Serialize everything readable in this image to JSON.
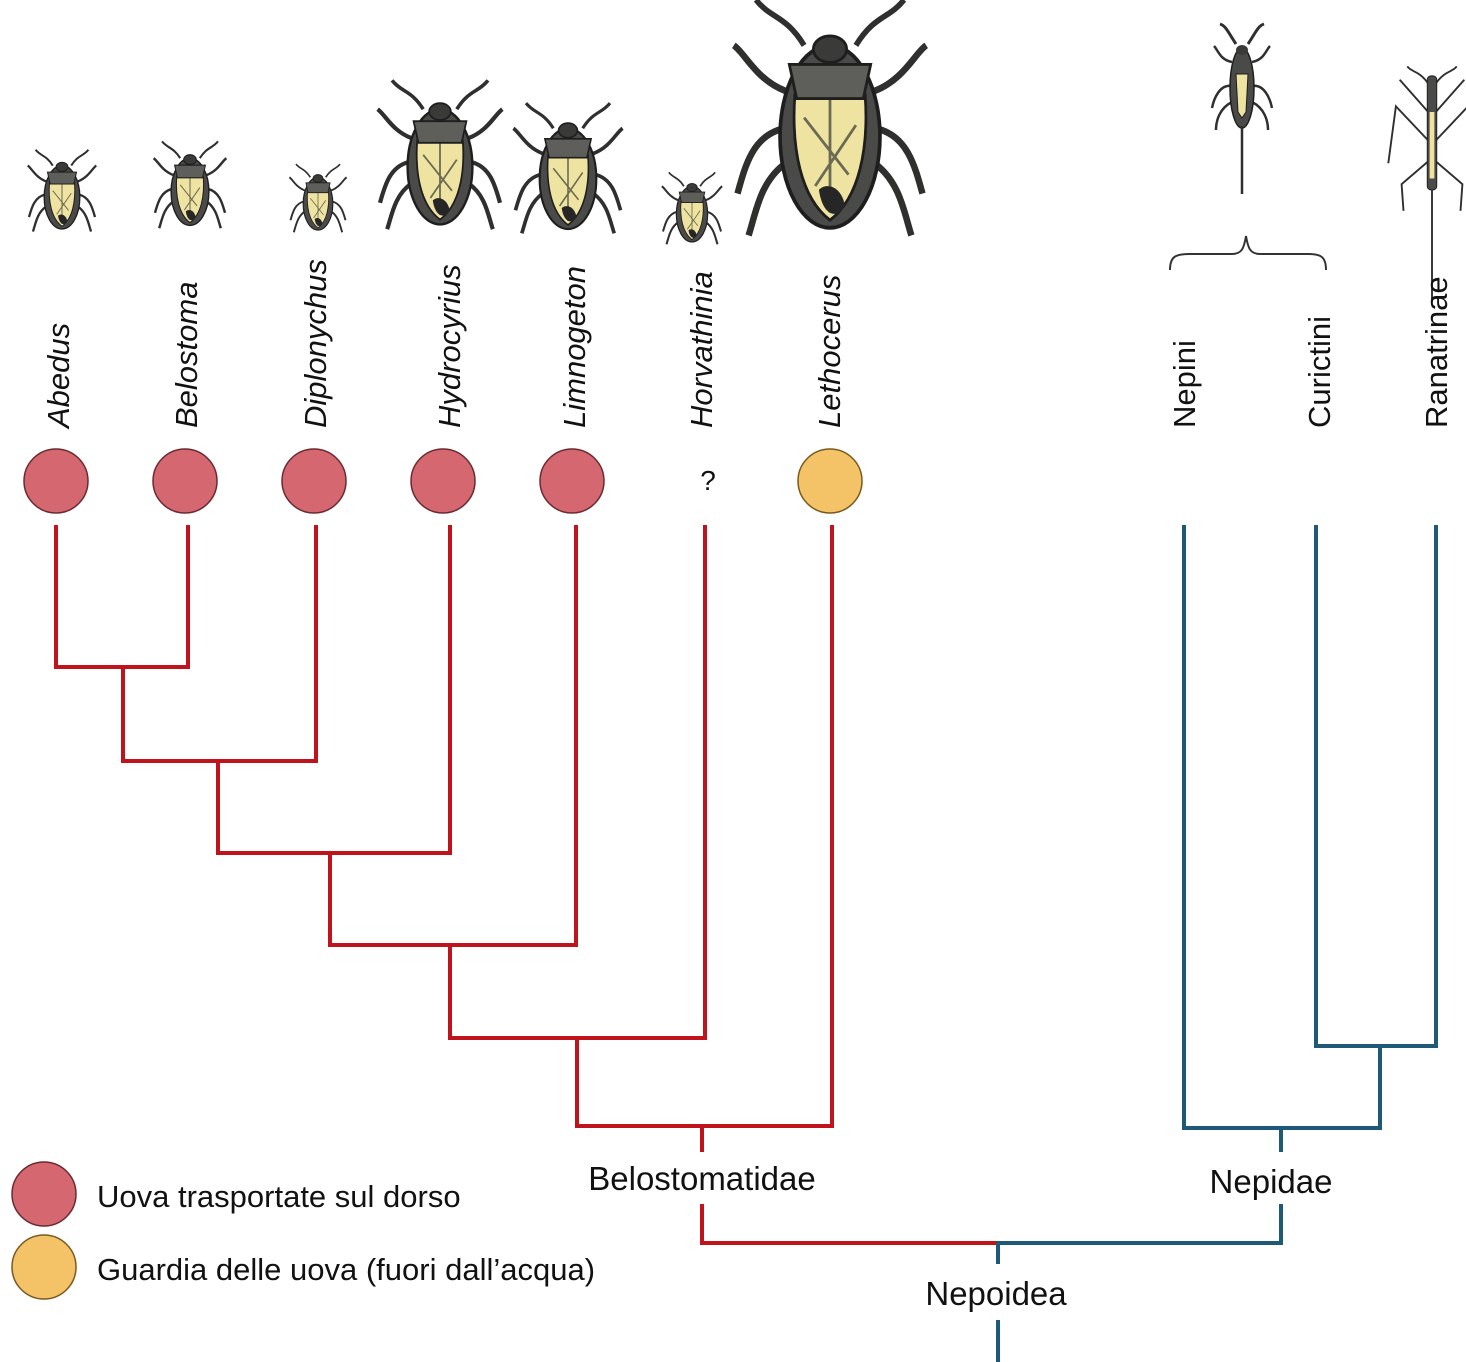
{
  "colors": {
    "belostomatidae_branch": "#c0141c",
    "nepidae_branch": "#1e5a78",
    "dorsal_egg_marker": "#d4676f",
    "egg_guarding_marker": "#f4c267",
    "insect_body_dark": "#4a4a48",
    "insect_body_light": "#efe3a2"
  },
  "taxa": [
    {
      "label": "Abedus",
      "trait": "dorsal-egg",
      "icon": "water-bug-icon"
    },
    {
      "label": "Belostoma",
      "trait": "dorsal-egg",
      "icon": "water-bug-icon"
    },
    {
      "label": "Diplonychus",
      "trait": "dorsal-egg",
      "icon": "water-bug-icon"
    },
    {
      "label": "Hydrocyrius",
      "trait": "dorsal-egg",
      "icon": "water-bug-icon"
    },
    {
      "label": "Limnogeton",
      "trait": "dorsal-egg",
      "icon": "water-bug-icon"
    },
    {
      "label": "Horvathinia",
      "trait": "unknown",
      "trait_text": "?",
      "icon": "water-bug-icon"
    },
    {
      "label": "Lethocerus",
      "trait": "egg-guarding",
      "icon": "water-bug-icon"
    }
  ],
  "nepid_groups": [
    {
      "label": "Nepini"
    },
    {
      "label": "Curictini"
    },
    {
      "label": "Ranatrinae"
    }
  ],
  "nepid_icons": [
    "water-scorpion-icon",
    "stick-insect-icon"
  ],
  "clades": {
    "belostomatidae": "Belostomatidae",
    "nepidae": "Nepidae",
    "nepoidea": "Nepoidea"
  },
  "legend": [
    {
      "label": "Uova trasportate sul dorso",
      "color_key": "dorsal_egg_marker"
    },
    {
      "label": "Guardia delle uova (fuori dall’acqua)",
      "color_key": "egg_guarding_marker"
    }
  ]
}
